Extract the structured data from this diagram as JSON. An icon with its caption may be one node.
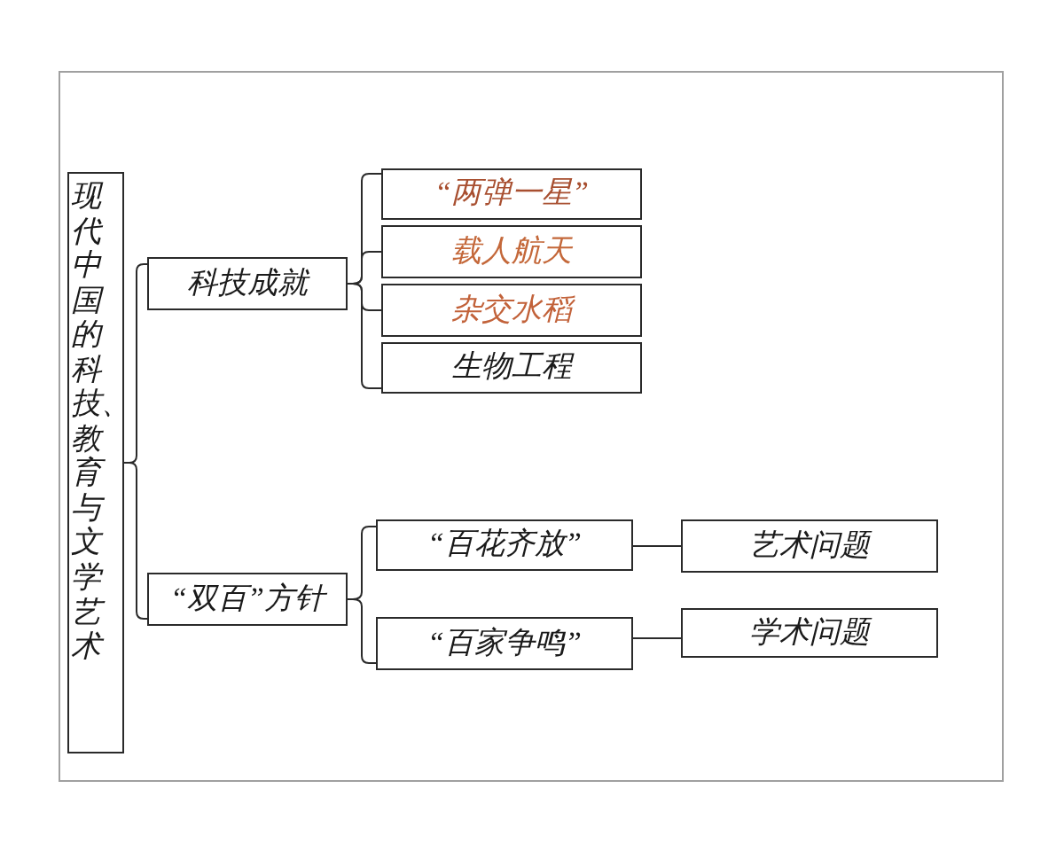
{
  "diagram": {
    "nodes": [
      {
        "text": [
          "现代中国的科技、教育与文学艺术"
        ]
      },
      {
        "text": [
          "科技成就"
        ]
      },
      {
        "text": [
          "“两弹一星”"
        ]
      },
      {
        "text": [
          "载人航天"
        ]
      },
      {
        "text": [
          "杂交水稻"
        ]
      },
      {
        "text": [
          "生物工程"
        ]
      },
      {
        "text": [
          "“双百”方针"
        ]
      },
      {
        "text": [
          "“百花齐放”"
        ]
      },
      {
        "text": [
          "“百家争鸣”"
        ]
      },
      {
        "text": [
          "艺术问题"
        ]
      },
      {
        "text": [
          "学术问题"
        ]
      }
    ],
    "edges": [
      {
        "from": 0,
        "to": 1,
        "arrow": "none"
      },
      {
        "from": 0,
        "to": 6,
        "arrow": "none"
      },
      {
        "from": 1,
        "to": 2,
        "arrow": "none"
      },
      {
        "from": 1,
        "to": 3,
        "arrow": "none"
      },
      {
        "from": 1,
        "to": 4,
        "arrow": "none"
      },
      {
        "from": 1,
        "to": 5,
        "arrow": "none"
      },
      {
        "from": 6,
        "to": 7,
        "arrow": "none"
      },
      {
        "from": 6,
        "to": 8,
        "arrow": "none"
      },
      {
        "from": 7,
        "to": 9,
        "arrow": "none"
      },
      {
        "from": 8,
        "to": 10,
        "arrow": "none"
      }
    ]
  }
}
